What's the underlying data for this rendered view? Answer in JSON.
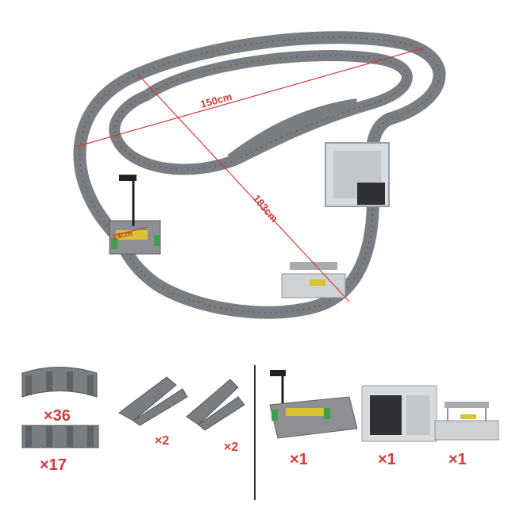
{
  "dimensions": {
    "width_label": "150cm",
    "length_label": "183cm",
    "small_label": "14cm"
  },
  "parts": [
    {
      "name": "curved track",
      "qty": "×36"
    },
    {
      "name": "straight track",
      "qty": "×17"
    },
    {
      "name": "left switch",
      "qty": "×2"
    },
    {
      "name": "right switch",
      "qty": "×2"
    },
    {
      "name": "level crossing with signal",
      "qty": "×1"
    },
    {
      "name": "tunnel",
      "qty": "×1"
    },
    {
      "name": "platform station",
      "qty": "×1"
    }
  ],
  "colors": {
    "track": "#6f7378",
    "sleeper": "#7d8186",
    "rail": "#4a4d52",
    "dimension": "#d23a3a",
    "quantity": "#d63a3a",
    "divider": "#2b2b2b"
  }
}
